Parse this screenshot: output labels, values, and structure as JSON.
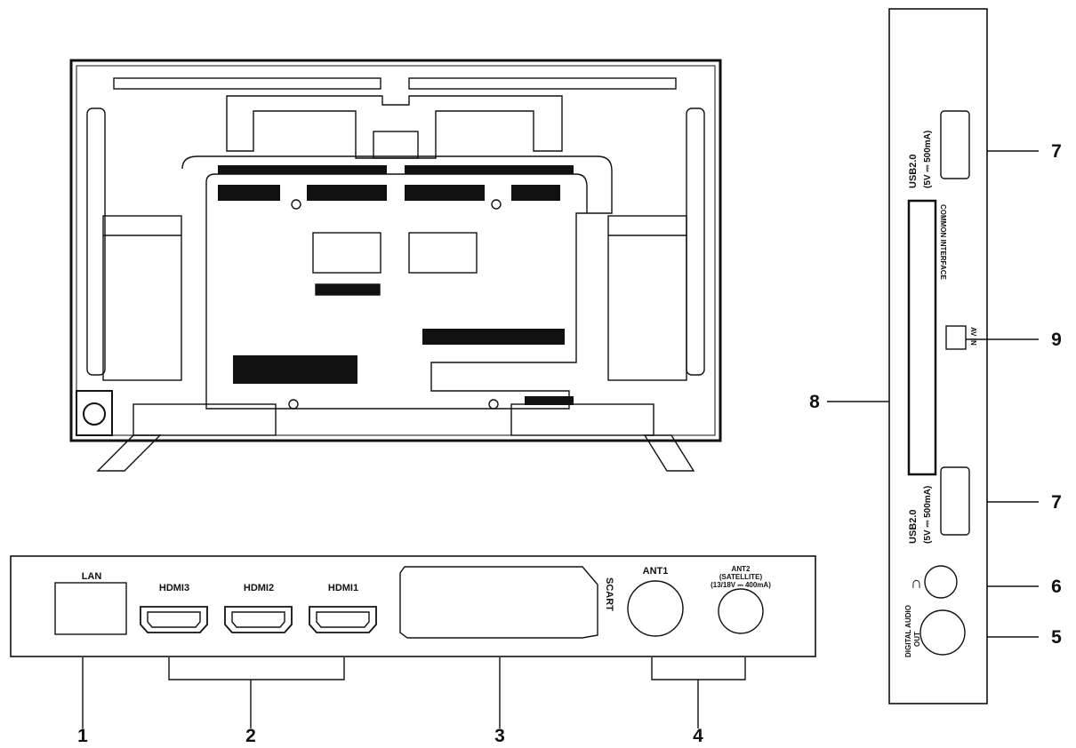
{
  "ports": {
    "lan": "LAN",
    "hdmi3": "HDMI3",
    "hdmi2": "HDMI2",
    "hdmi1": "HDMI1",
    "scart": "SCART",
    "ant1": "ANT1",
    "ant2_line1": "ANT2",
    "ant2_line2": "(SATELLITE)",
    "ant2_line3": "(13/18V ⎓ 400mA)",
    "usb_label": "USB2.0",
    "usb_rating": "(5V ⎓ 500mA)",
    "ci_slot": "COMMON INTERFACE",
    "av_in": "AV IN",
    "digital_audio_line1": "DIGITAL AUDIO",
    "digital_audio_line2": "OUT"
  },
  "callouts": {
    "c1": "1",
    "c2": "2",
    "c3": "3",
    "c4": "4",
    "c5": "5",
    "c6": "6",
    "c7_top": "7",
    "c7_bottom": "7",
    "c8": "8",
    "c9": "9"
  }
}
